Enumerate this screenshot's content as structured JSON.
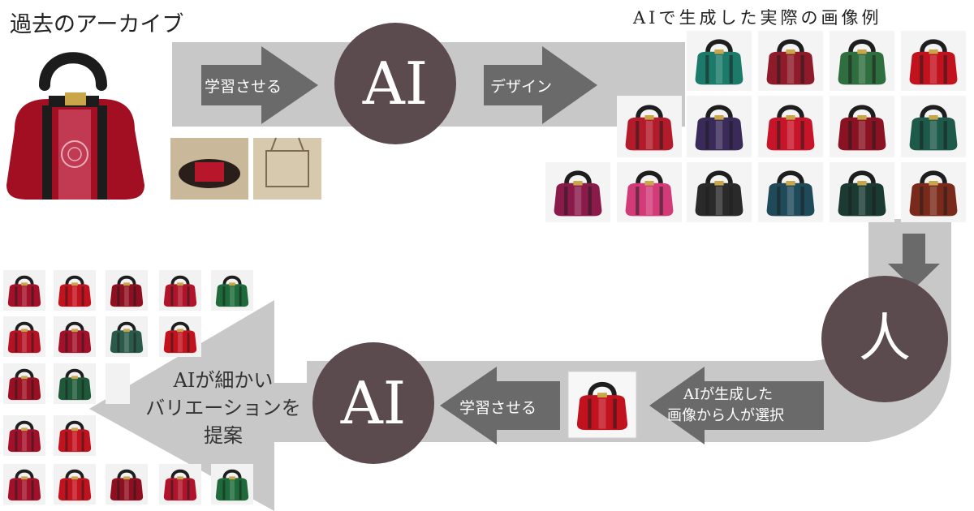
{
  "titles": {
    "archive": "過去のアーカイブ",
    "generated_examples": "AIで生成した実際の画像例"
  },
  "flow": {
    "learn_top": "学習させる",
    "design": "デザイン",
    "ai_top": "AI",
    "human": "人",
    "select": [
      "AIが生成した",
      "画像から人が選択"
    ],
    "learn_bottom": "学習させる",
    "ai_bottom": "AI",
    "suggest": [
      "AIが細かい",
      "バリエーションを",
      "提案"
    ]
  },
  "colors": {
    "arrow_gray": "#c8c8c8",
    "dark_arrow": "#6a6a6a",
    "circle": "#5b4a4e"
  },
  "icons": {
    "bag": "handbag-icon",
    "archive_photo": "archive-photo-icon"
  }
}
